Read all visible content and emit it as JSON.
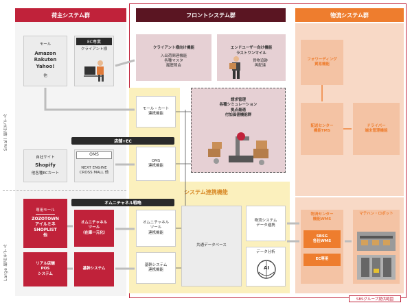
{
  "columns": {
    "shipper": "荷主システム群",
    "front": "フロントシステム群",
    "logistics": "物流システム群"
  },
  "side_labels": {
    "small": "Small 拠点モデル",
    "large": "Large 拠点モデル"
  },
  "shipper": {
    "mall_title": "モール",
    "mall_items": "Amazon\nRakuten\nYahoo!",
    "mall_other": "他",
    "ec_title": "EC専業",
    "ec_client": "クライアント様",
    "own_site_title": "自社サイト",
    "own_site_body": "Shopify",
    "own_site_other": "他各種ECカート",
    "oms_title": "OMS",
    "oms_body": "NEXT ENGINE\nCROSS MALL 他",
    "mall_dedicated_title": "専用モール",
    "mall_dedicated_body": "ZOZOTOWN\nアイルミネ\nSHOPLIST\n他",
    "omni_tool": "オムニチャネル\nツール\n（在庫一元化）",
    "real_store": "リアル店舗\nPOS\nシステム",
    "core_system": "基幹システム"
  },
  "pills": {
    "store_ec": "店舗+EC",
    "omni_strategy": "オムニチャネル戦略"
  },
  "front": {
    "client_func": "クライアント様向け機能",
    "client_func_body": "入出荷関連機能\n各種マスタ\n履歴照会",
    "enduser_func": "エンドユーザー向け機能\nラストワンマイル",
    "enduser_func_body": "貨物追跡\n再配達",
    "mall_cart": "モール・カート\n連携機能",
    "center_items": "請求管理\n各種シミュレーション\n拠点最適\n付加価値機能群",
    "oms_link": "OMS\n連携機能",
    "system_link_title": "システム連携機能",
    "omni_link": "オムニチャネル\nツール\n連携機能",
    "core_link": "基幹システム\n連携機能",
    "common_db": "共通データベース",
    "logi_link": "物流システム\nデータ連携",
    "data_analysis": "データ分析",
    "ai_label": "AI"
  },
  "logistics": {
    "forwarding": "フォワーディング\n貿易機能",
    "delivery_center": "配送センター\n機能TMS",
    "driver": "ドライバー\n端末管理機能",
    "logi_center": "物流センター\n機能WMS",
    "matehan": "マテハン・ロボット",
    "sbsg_wms": "SBSG\n各社WMS",
    "ec_only": "EC専用"
  },
  "footer": {
    "scope": "SBSグループ提供範囲"
  },
  "colors": {
    "shipper_header": "#c0223a",
    "front_header": "#5a1522",
    "logistics_header": "#ee7d2e",
    "peach": "#f7ceb6",
    "mauve": "#e6d0d4",
    "yellow": "#fbf0bd",
    "grey": "#efefef",
    "scope_border": "#c0223a"
  }
}
